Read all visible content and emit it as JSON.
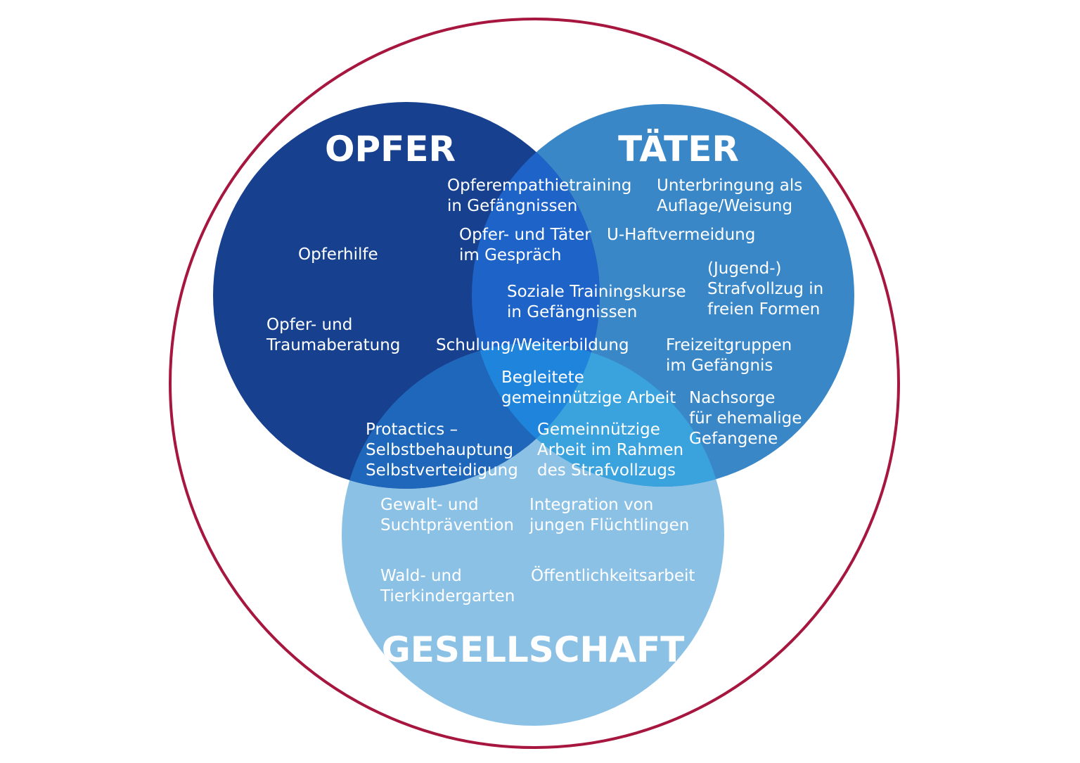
{
  "colors": {
    "frame": "#a6163e",
    "opfer": "#17418f",
    "taeter": "#3a87c8",
    "gesellschaft": "#8cc1e6",
    "opfer_taeter": "#1e63c8",
    "opfer_gesellschaft": "#1f67bb",
    "taeter_gesellschaft": "#3aa2dc",
    "center": "#1f84dc",
    "text": "#ffffff"
  },
  "circles": {
    "opfer": {
      "title": "OPFER"
    },
    "taeter": {
      "title": "TÄTER"
    },
    "gesellschaft": {
      "title": "GESELLSCHAFT"
    }
  },
  "labels": [
    {
      "id": "opferhilfe",
      "lines": [
        "Opferhilfe"
      ]
    },
    {
      "id": "opfer-traumaberatung",
      "lines": [
        "Opfer- und",
        "Traumaberatung"
      ]
    },
    {
      "id": "opferempathietraining",
      "lines": [
        "Opferempathietraining",
        "in Gefängnissen"
      ]
    },
    {
      "id": "opfer-taeter-gespraech",
      "lines": [
        "Opfer- und Täter",
        "im Gespräch"
      ]
    },
    {
      "id": "unterbringung",
      "lines": [
        "Unterbringung als",
        "Auflage/Weisung"
      ]
    },
    {
      "id": "u-haftvermeidung",
      "lines": [
        "U-Haftvermeidung"
      ]
    },
    {
      "id": "jugendstrafvollzug",
      "lines": [
        "(Jugend-)",
        "Strafvollzug in",
        "freien Formen"
      ]
    },
    {
      "id": "soziale-trainingskurse",
      "lines": [
        "Soziale Trainingskurse",
        "in Gefängnissen"
      ]
    },
    {
      "id": "schulung",
      "lines": [
        "Schulung/Weiterbildung"
      ]
    },
    {
      "id": "freizeitgruppen",
      "lines": [
        "Freizeitgruppen",
        "im Gefängnis"
      ]
    },
    {
      "id": "begleitete-arbeit",
      "lines": [
        "Begleitete",
        "gemeinnützige Arbeit"
      ]
    },
    {
      "id": "nachsorge",
      "lines": [
        "Nachsorge",
        "für ehemalige",
        "Gefangene"
      ]
    },
    {
      "id": "protactics",
      "lines": [
        "Protactics –",
        "Selbstbehauptung",
        "Selbstverteidigung"
      ]
    },
    {
      "id": "gemeinnuetzige-arbeit",
      "lines": [
        "Gemeinnützige",
        "Arbeit im Rahmen",
        "des Strafvollzugs"
      ]
    },
    {
      "id": "gewaltpraevention",
      "lines": [
        "Gewalt- und",
        "Suchtprävention"
      ]
    },
    {
      "id": "integration",
      "lines": [
        "Integration von",
        "jungen Flüchtlingen"
      ]
    },
    {
      "id": "waldkindergarten",
      "lines": [
        "Wald- und",
        "Tierkindergarten"
      ]
    },
    {
      "id": "oeffentlichkeitsarbeit",
      "lines": [
        "Öffentlichkeitsarbeit"
      ]
    }
  ]
}
